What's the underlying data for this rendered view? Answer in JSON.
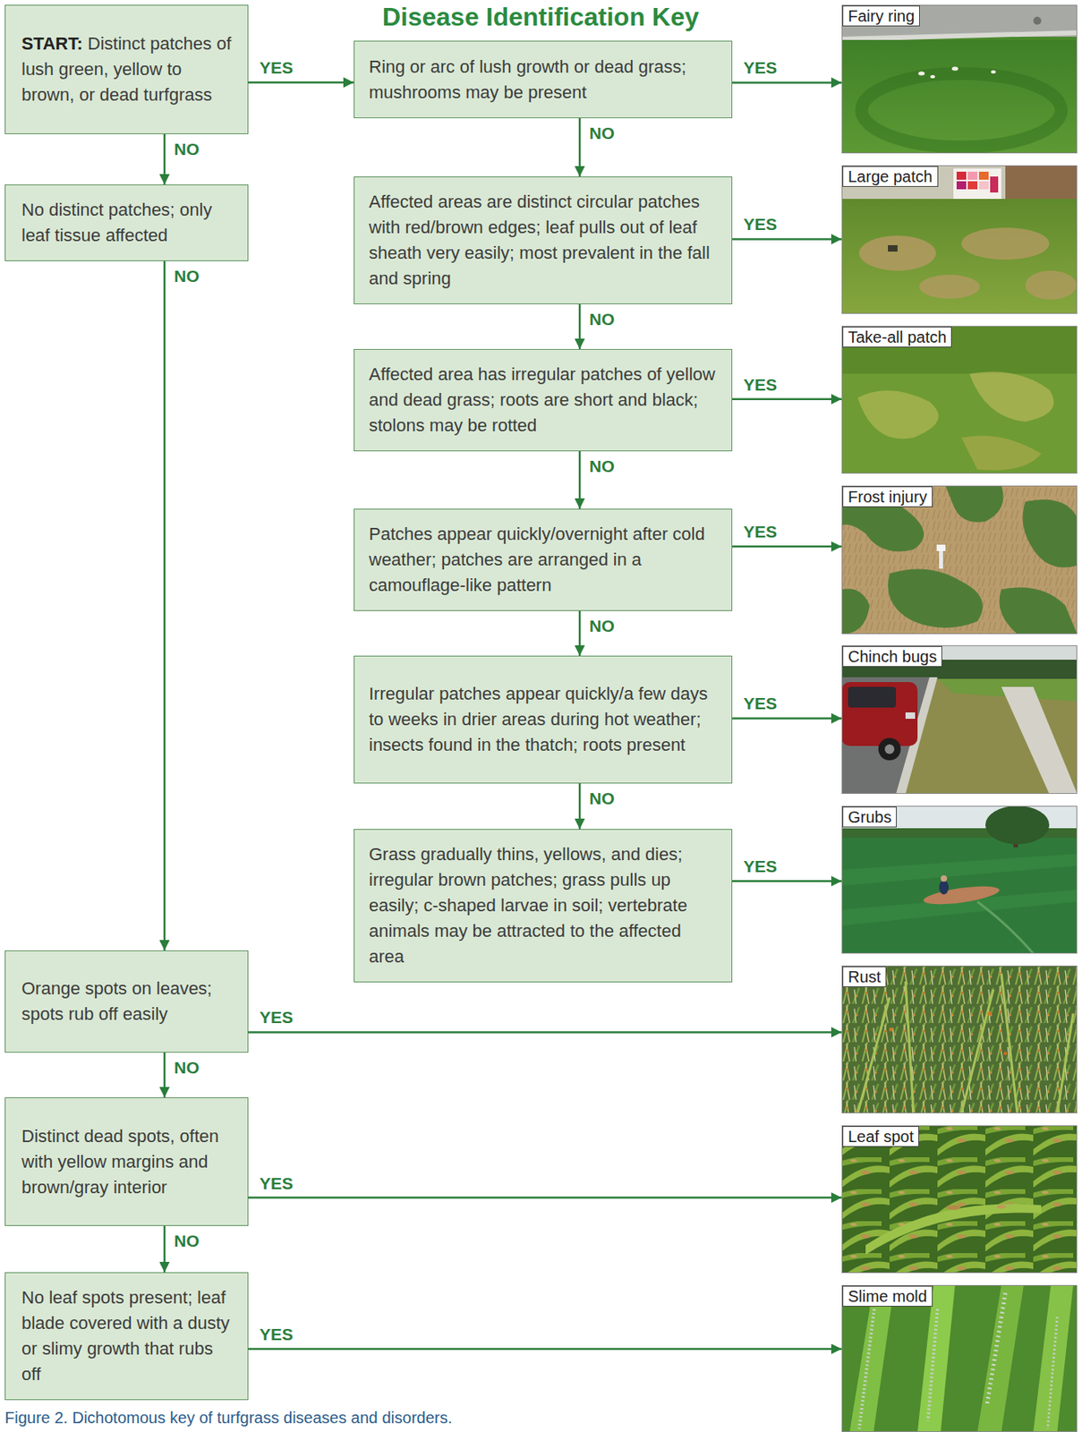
{
  "diagram": {
    "title": "Disease Identification Key",
    "caption": "Figure 2. Dichotomous key of turfgrass diseases and disorders.",
    "nodes": [
      {
        "text": [
          "START:",
          "Distinct patches of lush green, yellow to brown, or dead turfgrass"
        ]
      },
      {
        "text": [
          "Ring or arc of lush growth or dead grass; mushrooms may be present"
        ]
      },
      {
        "text": [
          "Fairy ring"
        ]
      },
      {
        "text": [
          "No distinct patches; only leaf tissue affected"
        ]
      },
      {
        "text": [
          "Affected areas are distinct circular patches with red/brown edges; leaf pulls out of leaf sheath very easily; most prevalent in the fall and spring"
        ]
      },
      {
        "text": [
          "Large patch"
        ]
      },
      {
        "text": [
          "Affected area has irregular patches of yellow and dead grass; roots are short and black; stolons may be rotted"
        ]
      },
      {
        "text": [
          "Take-all patch"
        ]
      },
      {
        "text": [
          "Patches appear quickly/overnight after cold weather; patches are arranged in a camouflage-like pattern"
        ]
      },
      {
        "text": [
          "Frost injury"
        ]
      },
      {
        "text": [
          "Irregular patches appear quickly/a few days to weeks in drier areas during hot weather; insects found in the thatch; roots present"
        ]
      },
      {
        "text": [
          "Chinch bugs"
        ]
      },
      {
        "text": [
          "Grass gradually thins, yellows, and dies; irregular brown patches; grass pulls up easily; c-shaped larvae in soil; vertebrate animals may be attracted to the affected area"
        ]
      },
      {
        "text": [
          "Grubs"
        ]
      },
      {
        "text": [
          "Orange spots on leaves; spots rub off easily"
        ]
      },
      {
        "text": [
          "Rust"
        ]
      },
      {
        "text": [
          "Distinct dead spots, often with yellow margins and brown/gray interior"
        ]
      },
      {
        "text": [
          "Leaf spot"
        ]
      },
      {
        "text": [
          "No leaf spots present; leaf blade covered with a dusty or slimy growth that rubs off"
        ]
      },
      {
        "text": [
          "Slime mold"
        ]
      }
    ],
    "edges": [
      {
        "from": 0,
        "to": 1,
        "label": "YES",
        "arrow": "to"
      },
      {
        "from": 0,
        "to": 3,
        "label": "NO",
        "arrow": "to"
      },
      {
        "from": 1,
        "to": 2,
        "label": "YES",
        "arrow": "to"
      },
      {
        "from": 1,
        "to": 4,
        "label": "NO",
        "arrow": "to"
      },
      {
        "from": 4,
        "to": 5,
        "label": "YES",
        "arrow": "to"
      },
      {
        "from": 4,
        "to": 6,
        "label": "NO",
        "arrow": "to"
      },
      {
        "from": 6,
        "to": 7,
        "label": "YES",
        "arrow": "to"
      },
      {
        "from": 6,
        "to": 8,
        "label": "NO",
        "arrow": "to"
      },
      {
        "from": 8,
        "to": 9,
        "label": "YES",
        "arrow": "to"
      },
      {
        "from": 8,
        "to": 10,
        "label": "NO",
        "arrow": "to"
      },
      {
        "from": 10,
        "to": 11,
        "label": "YES",
        "arrow": "to"
      },
      {
        "from": 10,
        "to": 12,
        "label": "NO",
        "arrow": "to"
      },
      {
        "from": 12,
        "to": 13,
        "label": "YES",
        "arrow": "to"
      },
      {
        "from": 3,
        "to": 14,
        "label": "NO",
        "arrow": "to"
      },
      {
        "from": 14,
        "to": 15,
        "label": "YES",
        "arrow": "to"
      },
      {
        "from": 14,
        "to": 16,
        "label": "NO",
        "arrow": "to"
      },
      {
        "from": 16,
        "to": 17,
        "label": "YES",
        "arrow": "to"
      },
      {
        "from": 16,
        "to": 18,
        "label": "NO",
        "arrow": "to"
      },
      {
        "from": 18,
        "to": 19,
        "label": "YES",
        "arrow": "to"
      }
    ]
  }
}
